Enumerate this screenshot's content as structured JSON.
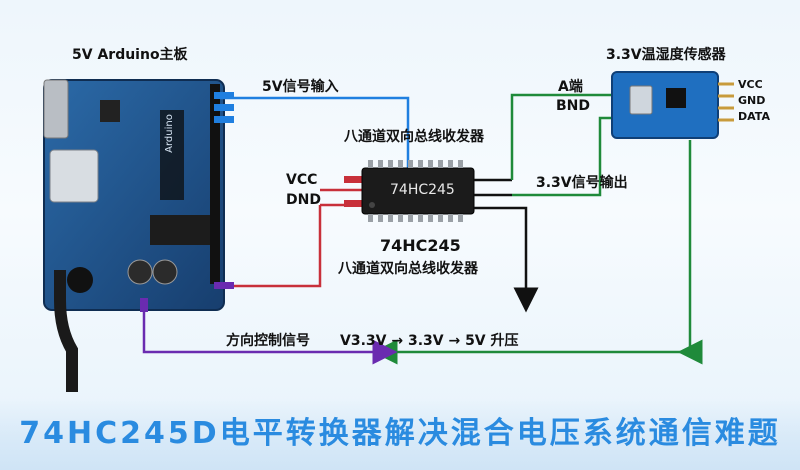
{
  "labels": {
    "arduino": "5V Arduino主板",
    "sensor": "3.3V温湿度传感器",
    "input": "5V信号输入",
    "bus_top": "八通道双向总线收发器",
    "vcc": "VCC",
    "dnd": "DND",
    "a_pin": "A端",
    "b_pin": "BND",
    "output": "3.3V信号输出",
    "chip_name": "74HC245",
    "chip_sub": "八通道双向总线收发器",
    "direction": "方向控制信号",
    "flow": "V3.3V → 3.3V → 5V 升压",
    "sensor_vcc": "VCC",
    "sensor_gnd": "GND",
    "sensor_data": "DATA",
    "chip_text": "74HC245",
    "board_brand": "Arduino"
  },
  "title": "74HC245D电平转换器解决混合电压系统通信难题",
  "colors": {
    "blue_wire": "#1f7fe0",
    "red_wire": "#c8303a",
    "green_wire": "#1f8a3a",
    "purple_wire": "#6a2bb0",
    "title": "#2a8be0",
    "board": "#1d4f8a"
  }
}
